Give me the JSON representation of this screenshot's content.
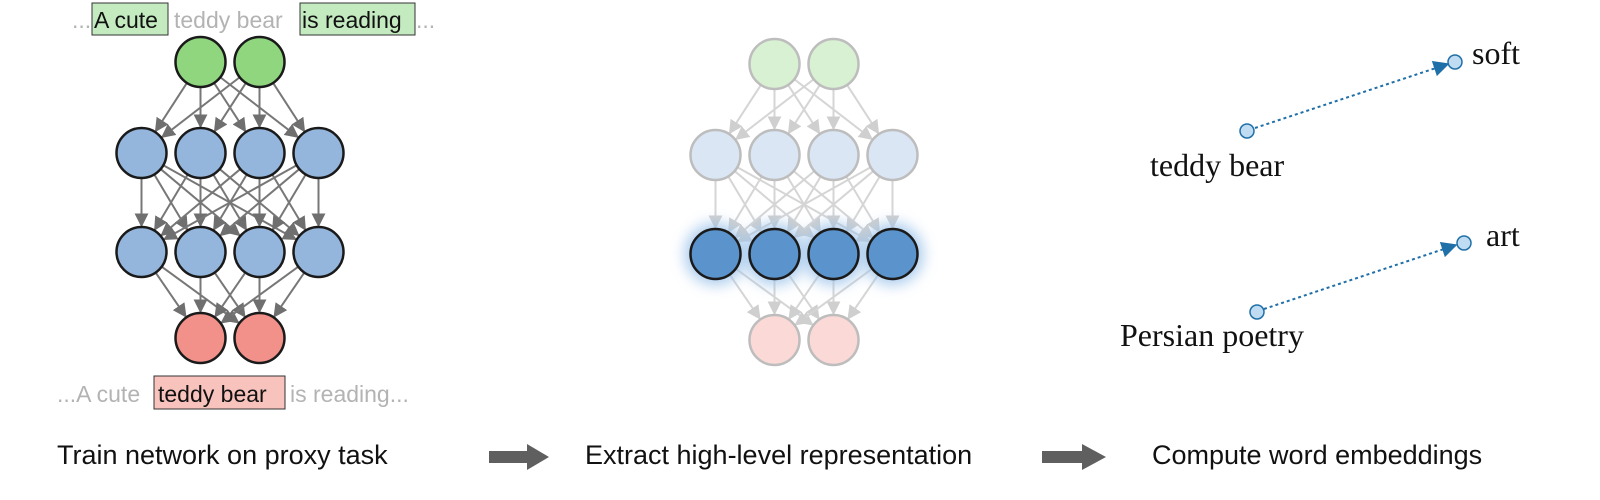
{
  "panel1": {
    "input_sentence": {
      "prefix": "...",
      "highlight1": "A cute",
      "middle": "teddy bear",
      "highlight2": "is reading",
      "suffix": "..."
    },
    "output_sentence": {
      "prefix": "...A cute",
      "highlight": "teddy bear",
      "suffix": "is reading..."
    },
    "caption": "Train network on proxy task"
  },
  "panel2": {
    "caption": "Extract high-level representation"
  },
  "panel3": {
    "pairs": [
      {
        "source": "teddy bear",
        "target": "soft"
      },
      {
        "source": "Persian poetry",
        "target": "art"
      }
    ],
    "caption": "Compute word embeddings"
  },
  "network": {
    "layer_sizes": [
      2,
      4,
      4,
      2
    ],
    "highlighted_layer": 2
  },
  "colors": {
    "input_node": "#8fd67f",
    "hidden_node": "#94b6dc",
    "output_node": "#f29189",
    "input_highlight_bg": "#c4ebc0",
    "output_highlight_bg": "#f8c3bd",
    "context_text": "#b3b3b3",
    "edge": "#777777",
    "arrow_block": "#5f5f5f",
    "embedding_point": "#bfdcf2",
    "embedding_arrow": "#1f6fa8",
    "extract_highlight_node": "#5b93cc"
  }
}
